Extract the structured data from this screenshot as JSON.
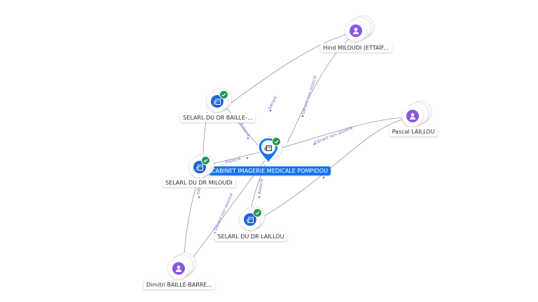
{
  "graph": {
    "main": {
      "label": "CABINET IMAGERIE MEDICALE POMPIDOU",
      "icon": "building-icon",
      "verified": true
    },
    "nodes": {
      "selarl_baille": {
        "label": "SELARL DU DR BAILLE-...",
        "icon": "building-icon",
        "verified": true
      },
      "selarl_miloudi": {
        "label": "SELARL DU DR MILOUDI",
        "icon": "building-icon",
        "verified": true
      },
      "selarl_laillou": {
        "label": "SELARL DU DR LAILLOU",
        "icon": "building-icon",
        "verified": true
      },
      "hind": {
        "label": "Hind MILOUDI (ETTAÏF...",
        "icon": "person-icon"
      },
      "pascal": {
        "label": "Pascal LAILLOU",
        "icon": "person-icon"
      },
      "dimitri": {
        "label": "Dimitri BAILLE-BARRE...",
        "icon": "person-icon"
      }
    },
    "edge_labels": {
      "hind_baille": "Gérant",
      "hind_main": "Gérant non associé",
      "pascal_main": "Gérant non associé",
      "baille_main": "Associé",
      "miloudi_main": "Associé",
      "laillou_main": "Associé",
      "dimitri_miloudi": "Gérant",
      "dimitri_main": "Gérant non associé"
    },
    "colors": {
      "company": "#1f63d8",
      "person": "#8a55e6",
      "verified": "#1e9a4d",
      "main_label": "#1676f3",
      "edge_label": "#7072c8"
    }
  }
}
